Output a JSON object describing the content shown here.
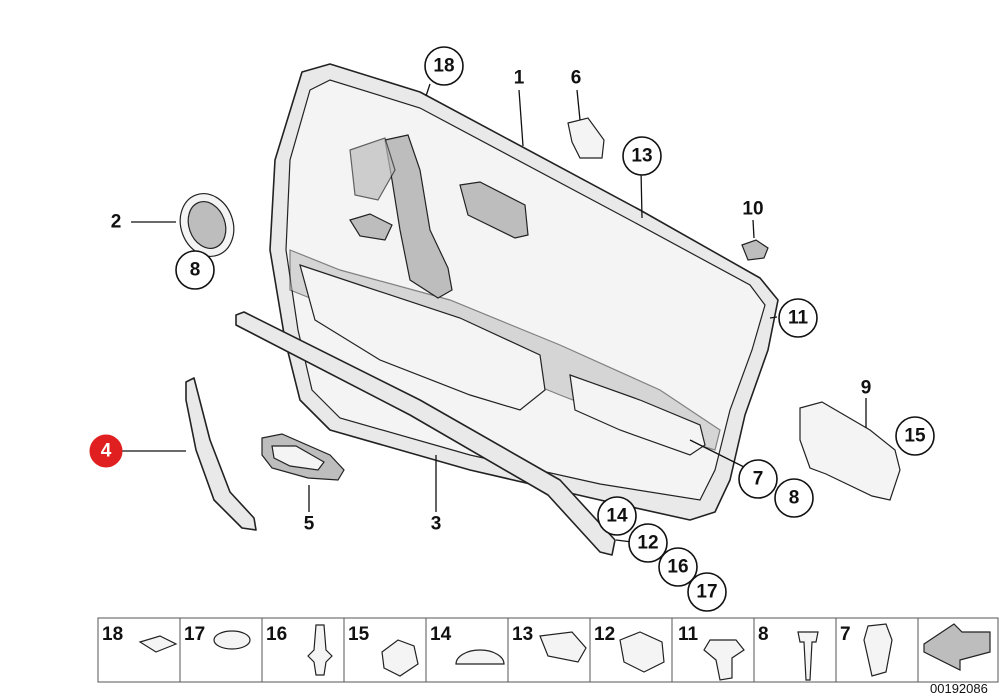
{
  "diagram_id": "00192086",
  "callouts": {
    "c1": "1",
    "c2": "2",
    "c3": "3",
    "c4": "4",
    "c5": "5",
    "c6": "6",
    "c7": "7",
    "c8a": "8",
    "c8b": "8",
    "c9": "9",
    "c10": "10",
    "c11": "11",
    "c12": "12",
    "c13": "13",
    "c14": "14",
    "c15": "15",
    "c16": "16",
    "c17": "17",
    "c18": "18"
  },
  "highlighted_callout": "4",
  "legend": [
    "18",
    "17",
    "16",
    "15",
    "14",
    "13",
    "12",
    "11",
    "8",
    "7"
  ],
  "colors": {
    "highlight": "#e02020",
    "line": "#222222"
  }
}
